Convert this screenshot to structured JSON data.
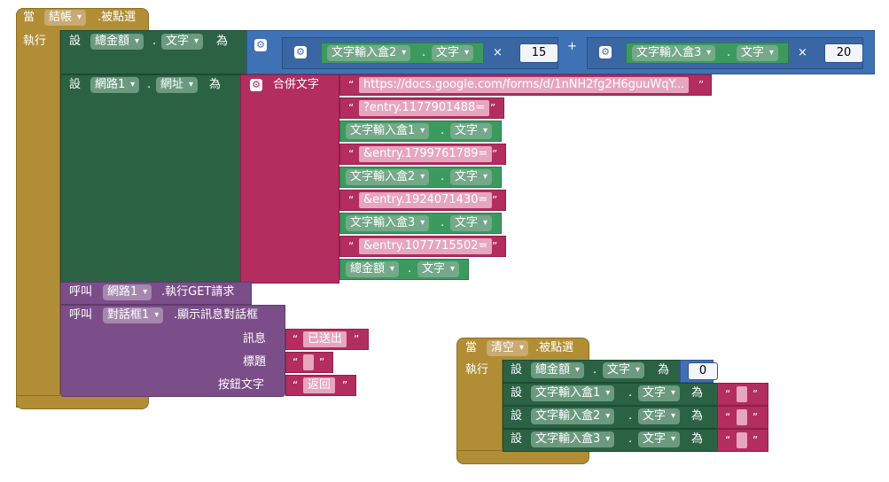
{
  "event1": {
    "when": "當",
    "component": "結帳",
    "event_name": ".被點選",
    "do": "執行"
  },
  "set_total": {
    "set": "設",
    "component": "總金額",
    "dot": ".",
    "property": "文字",
    "to": "為",
    "times": "×",
    "plus": "+",
    "term1": {
      "component": "文字輸入盒2",
      "property": "文字",
      "number": "15"
    },
    "term2": {
      "component": "文字輸入盒3",
      "property": "文字",
      "number": "20"
    }
  },
  "set_url": {
    "set": "設",
    "component": "網路1",
    "dot": ".",
    "property": "網址",
    "to": "為",
    "join_label": "合併文字",
    "open_quote": "“",
    "close_quote": "”",
    "items": [
      {
        "kind": "text",
        "value": "https://docs.google.com/forms/d/1nNH2fg2H6guuWqY..."
      },
      {
        "kind": "text",
        "value": "?entry.1177901488="
      },
      {
        "kind": "getter",
        "component": "文字輸入盒1",
        "property": "文字"
      },
      {
        "kind": "text",
        "value": "&entry.1799761789="
      },
      {
        "kind": "getter",
        "component": "文字輸入盒2",
        "property": "文字"
      },
      {
        "kind": "text",
        "value": "&entry.1924071430="
      },
      {
        "kind": "getter",
        "component": "文字輸入盒3",
        "property": "文字"
      },
      {
        "kind": "text",
        "value": "&entry.1077715502="
      },
      {
        "kind": "getter",
        "component": "總金額",
        "property": "文字"
      }
    ]
  },
  "call_get": {
    "call": "呼叫",
    "component": "網路1",
    "method": ".執行GET請求"
  },
  "call_dialog": {
    "call": "呼叫",
    "component": "對話框1",
    "method": ".顯示訊息對話框",
    "message_label": "訊息",
    "message_value": "已送出",
    "title_label": "標題",
    "title_value": "",
    "button_label": "按鈕文字",
    "button_value": "返回"
  },
  "event2": {
    "when": "當",
    "component": "清空",
    "event_name": ".被點選",
    "do": "執行",
    "set": "設",
    "dot": ".",
    "to": "為",
    "rows": [
      {
        "component": "總金額",
        "property": "文字",
        "value": "0",
        "kind": "number"
      },
      {
        "component": "文字輸入盒1",
        "property": "文字",
        "value": "",
        "kind": "text"
      },
      {
        "component": "文字輸入盒2",
        "property": "文字",
        "value": "",
        "kind": "text"
      },
      {
        "component": "文字輸入盒3",
        "property": "文字",
        "value": "",
        "kind": "text"
      }
    ]
  },
  "colors": {
    "event": "#b18e35",
    "setter": "#2b6244",
    "getter": "#3c9a5f",
    "math": "#3f71b5",
    "text": "#b32d5e",
    "procedure": "#7b4e89"
  }
}
